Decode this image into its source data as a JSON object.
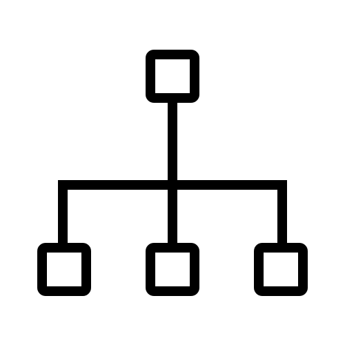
{
  "icon": {
    "name": "hierarchy-icon",
    "stroke_color": "#000000",
    "background_color": "#ffffff",
    "nodes": {
      "top": "root",
      "bottom": [
        "left-child",
        "middle-child",
        "right-child"
      ]
    }
  }
}
